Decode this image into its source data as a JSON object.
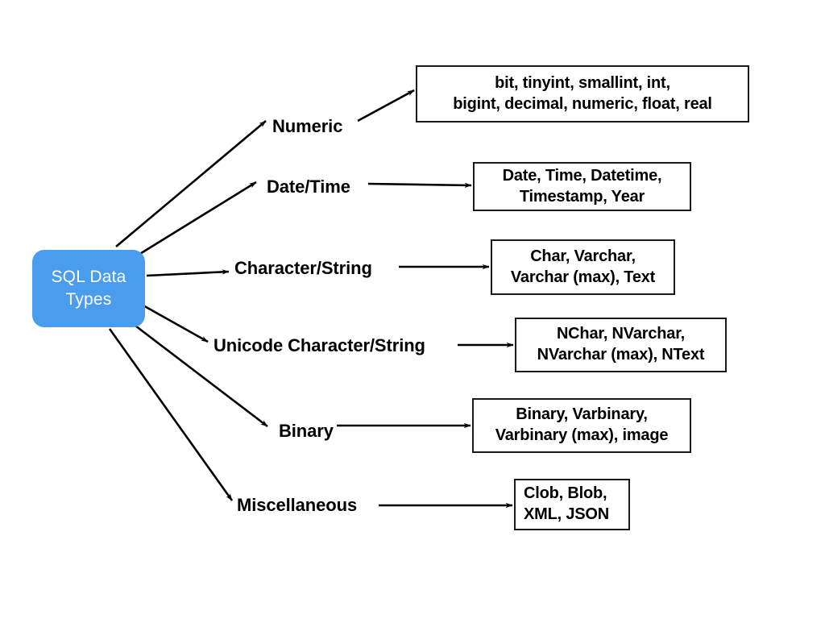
{
  "diagram": {
    "title": "SQL Data Types",
    "root": {
      "line1": "SQL Data",
      "line2": "Types",
      "color": "#4a9cec",
      "text_color": "#ffffff"
    },
    "edge_color": "#000000",
    "branches": [
      {
        "label": "Numeric",
        "values": {
          "line1": "bit, tinyint, smallint, int,",
          "line2": "bigint, decimal, numeric, float, real"
        }
      },
      {
        "label": "Date/Time",
        "values": {
          "line1": "Date, Time, Datetime,",
          "line2": "Timestamp, Year"
        }
      },
      {
        "label": "Character/String",
        "values": {
          "line1": "Char, Varchar,",
          "line2": "Varchar (max), Text"
        }
      },
      {
        "label": "Unicode Character/String",
        "values": {
          "line1": "NChar, NVarchar,",
          "line2": "NVarchar (max), NText"
        }
      },
      {
        "label": "Binary",
        "values": {
          "line1": "Binary, Varbinary,",
          "line2": "Varbinary (max), image"
        }
      },
      {
        "label": "Miscellaneous",
        "values": {
          "line1": "Clob, Blob,",
          "line2": "XML, JSON"
        }
      }
    ]
  }
}
